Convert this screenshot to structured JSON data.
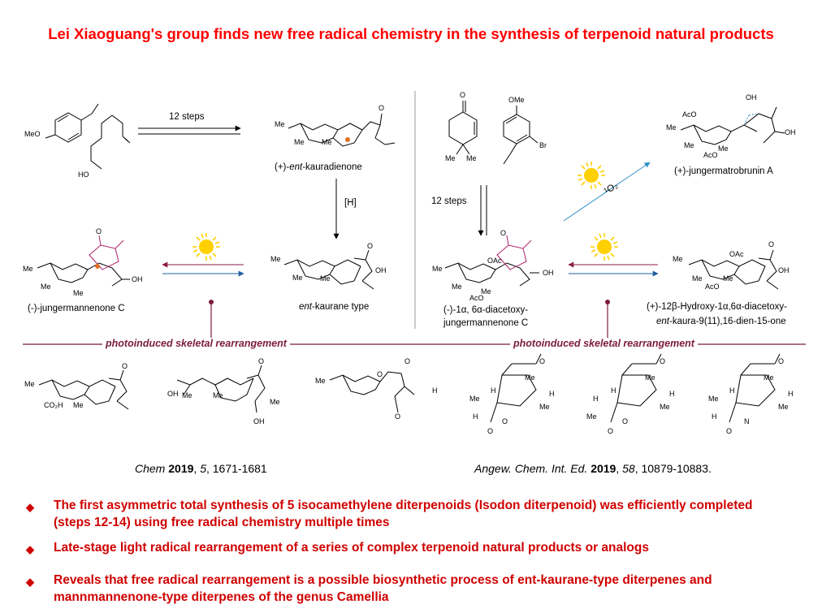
{
  "title": "Lei Xiaoguang's group finds new free radical chemistry in the synthesis of terpenoid natural products",
  "left_scheme": {
    "steps_label": "12 steps",
    "product_label_prefix": "(+)-",
    "product_label_italic": "ent",
    "product_label_suffix": "-kauradienone",
    "h_label": "[H]",
    "kaurane_label_italic": "ent",
    "kaurane_label_suffix": "-kaurane type",
    "jungermannenone_label": "(-)-jungermannenone C"
  },
  "right_scheme": {
    "steps_label": "12 steps",
    "singlet_oxygen_label": "¹O₂",
    "jungermatrobrunin_label": "(+)-jungermatrobrunin A",
    "diacetoxy_label_line1": "(-)-1α, 6α-diacetoxy-",
    "diacetoxy_label_line2": "jungermannenone C",
    "hydroxy_label_line1": "(+)-12β-Hydroxy-1α,6α-diacetoxy-",
    "hydroxy_label_line2_italic": "ent",
    "hydroxy_label_line2_suffix": "-kaura-9(11),16-dien-15-one"
  },
  "atoms": {
    "me": "Me",
    "meo": "MeO",
    "ho": "HO",
    "oh": "OH",
    "ome": "OMe",
    "br": "Br",
    "aco": "AcO",
    "oac": "OAc",
    "o": "O",
    "h": "H",
    "n": "N",
    "co2h": "CO₂H"
  },
  "banners": {
    "left": "photoinduced skeletal rearrangement",
    "right": "photoinduced skeletal rearrangement"
  },
  "citations": {
    "left_journal": "Chem",
    "left_year": "2019",
    "left_volume": "5",
    "left_pages": ", 1671-1681",
    "right_journal": "Angew. Chem. Int. Ed.",
    "right_year": "2019",
    "right_volume": "58",
    "right_pages": ", 10879-10883."
  },
  "bullets": [
    "The first asymmetric total synthesis of 5 isocamethylene diterpenoids (Isodon diterpenoid) was efficiently completed (steps 12-14) using free radical chemistry multiple times",
    "Late-stage light radical rearrangement of a series of complex terpenoid natural products or analogs",
    "Reveals that free radical rearrangement is a possible biosynthetic process of ent-kaurane-type diterpenes and mannmannenone-type diterpenes of the genus Camellia"
  ],
  "bullet_marker": "◆",
  "colors": {
    "title": "#ff0000",
    "bullets": "#d00000",
    "banner": "#7b1c3a",
    "arrow_blue": "#1f5fa0",
    "arrow_maroon": "#8b1c48",
    "sun": "#ffd000",
    "teal_arrow": "#2f8fc8",
    "cyclopentane_magenta": "#b0206a",
    "radical_dot": "#e07020"
  }
}
